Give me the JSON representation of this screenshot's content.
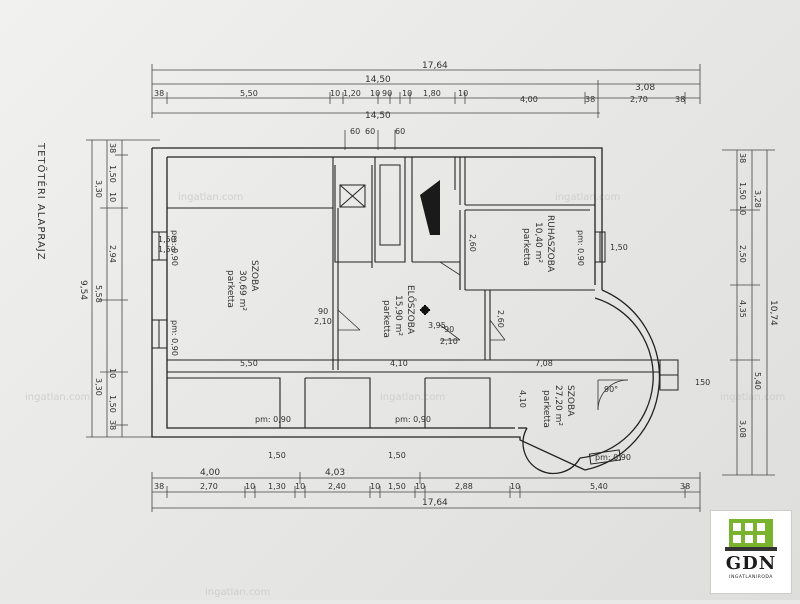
{
  "plan_title": "TETŐTÉRI ALAPRAJZ",
  "watermark": "ingatlan.com",
  "logo": {
    "text": "GDN",
    "subtext": "INGATLANIRODA",
    "accent": "#7ab32e"
  },
  "rooms": [
    {
      "name": "SZOBA",
      "area": "30,69 m²",
      "floor": "parketta"
    },
    {
      "name": "ELŐSZOBA",
      "area": "15,90 m²",
      "floor": "parketta"
    },
    {
      "name": "RUHASZOBA",
      "area": "10,40 m²",
      "floor": "parketta"
    },
    {
      "name": "SZOBA",
      "area": "27,20 m²",
      "floor": "parketta"
    }
  ],
  "top_dims": {
    "overall": "17,64",
    "mid": "14,50",
    "right_seg": "3,08",
    "chain": [
      "38",
      "5,50",
      "10",
      "1,20",
      "10",
      "90",
      "10",
      "1,80",
      "10",
      "4,00",
      "38",
      "2,70",
      "38"
    ],
    "lower": "14,50"
  },
  "bottom_dims": {
    "segments": [
      "4,00",
      "4,03"
    ],
    "chain": [
      "38",
      "2,70",
      "10",
      "1,30",
      "10",
      "2,40",
      "10",
      "1,50",
      "10",
      "2,88",
      "10",
      "5,40",
      "38"
    ],
    "overall": "17,64"
  },
  "left_dims": {
    "chain": [
      "38",
      "1,50",
      "10",
      "3,30",
      "2,94",
      "5,58",
      "10",
      "3,30",
      "1,50",
      "38"
    ],
    "overall": "9,54"
  },
  "right_dims": {
    "chain": [
      "38",
      "1,50",
      "10",
      "3,28",
      "2,50",
      "4,35",
      "5,40",
      "3,08"
    ],
    "overall": "10,74"
  },
  "inner_labels": [
    "pm: 0,90",
    "1,50",
    "1,50",
    "5,50",
    "4,10",
    "7,08",
    "90",
    "2,10",
    "3,95",
    "2,10",
    "90",
    "2,60",
    "2,60",
    "4,10",
    "90°",
    "150",
    "1,50",
    "pm: 0,90",
    "pm: 0,90",
    "pm: 0,90",
    "pm: 0,90",
    "pm: 0,90",
    "1,50",
    "1,50",
    "60",
    "60",
    "60"
  ]
}
